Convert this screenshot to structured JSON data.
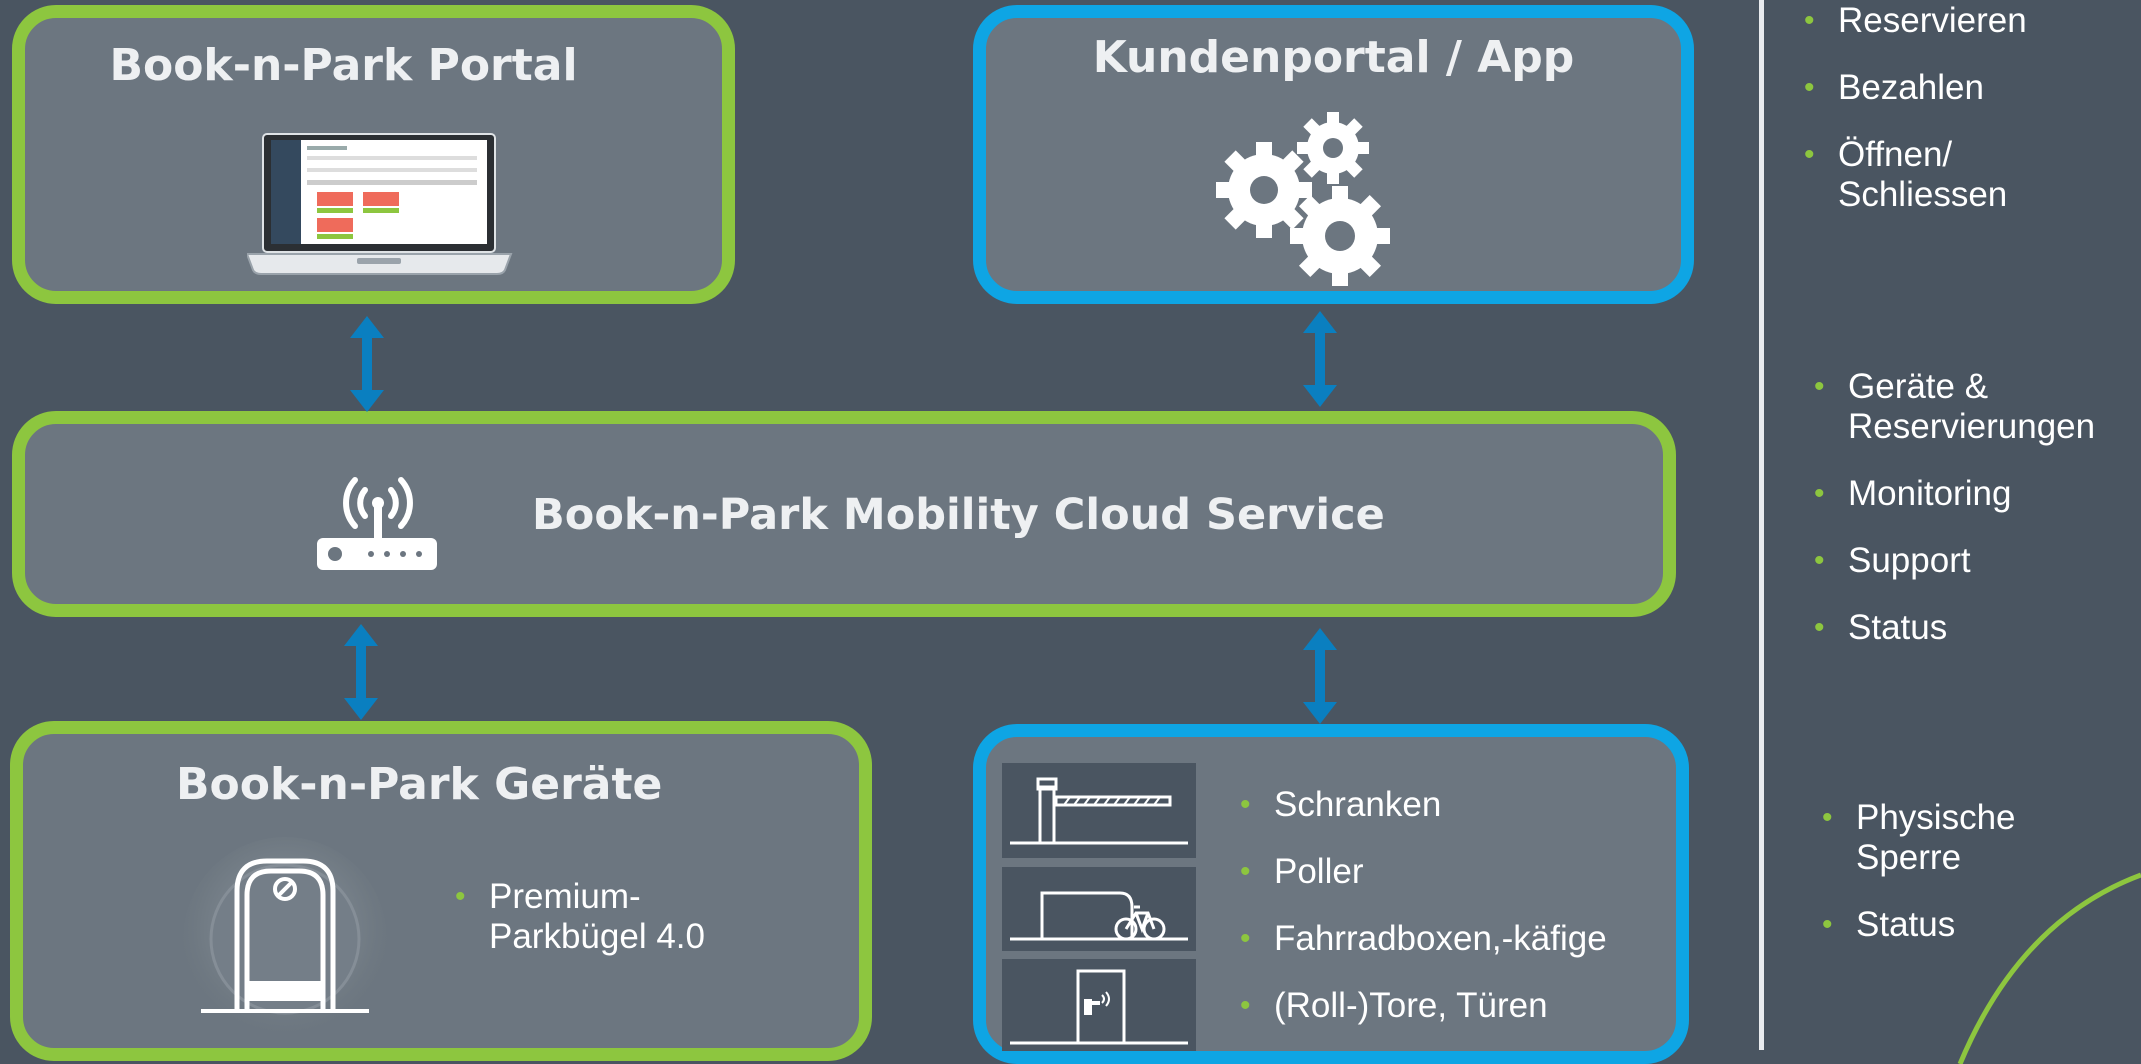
{
  "colors": {
    "background": "#4a5561",
    "box_fill": "#6c7680",
    "green": "#8dc63f",
    "blue": "#0ea5e4",
    "arrow": "#0a7fc0"
  },
  "portal": {
    "title": "Book-n-Park Portal",
    "icon": "laptop-icon"
  },
  "kundenportal": {
    "title": "Kundenportal / App",
    "icon": "gears-icon"
  },
  "cloud": {
    "title": "Book-n-Park Mobility Cloud Service",
    "icon": "router-icon"
  },
  "geraete": {
    "title": "Book-n-Park Geräte",
    "icon": "parking-barrier-icon",
    "items": [
      "Premium-\nParkbügel 4.0"
    ]
  },
  "devices": {
    "items": [
      "Schranken",
      "Poller",
      "Fahrradboxen,-käfige",
      "(Roll-)Tore, Türen"
    ],
    "icons": [
      "barrier-gate-icon",
      "bike-box-icon",
      "door-icon"
    ]
  },
  "sidebar": {
    "group1": [
      "Reservieren",
      "Bezahlen",
      "Öffnen/\nSchliessen"
    ],
    "group2": [
      "Geräte &\nReservierungen",
      "Monitoring",
      "Support",
      "Status"
    ],
    "group3": [
      "Physische\nSperre",
      "Status"
    ]
  }
}
